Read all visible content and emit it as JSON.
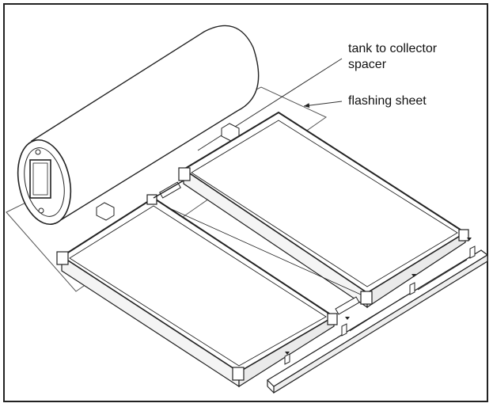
{
  "labels": {
    "tank_spacer_line1": "tank to collector",
    "tank_spacer_line2": "spacer",
    "flashing_sheet": "flashing sheet"
  }
}
